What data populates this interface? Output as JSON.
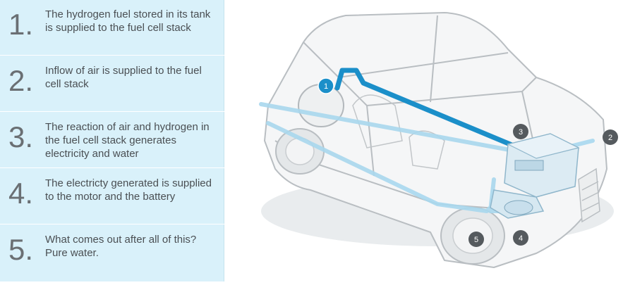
{
  "steps": [
    {
      "number": "1.",
      "text": "The hydrogen fuel stored in its tank is supplied to the fuel cell stack"
    },
    {
      "number": "2.",
      "text": "Inflow of air is supplied to the fuel cell stack"
    },
    {
      "number": "3.",
      "text": "The reaction of air and hydrogen in the fuel cell stack generates electricity and water"
    },
    {
      "number": "4.",
      "text": "The electricty generated is supplied to the motor and the battery"
    },
    {
      "number": "5.",
      "text": "What comes out after all of this? Pure water."
    }
  ],
  "badges": {
    "hydrogen_tank": "1",
    "air_inlet": "2",
    "fuel_cell_stack": "3",
    "motor_battery": "4",
    "water_outlet": "5"
  },
  "colors": {
    "panel_bg": "#d9f1fa",
    "hydrogen_line": "#1b8fc9",
    "air_line": "#a9d8ee",
    "badge_active": "#1b8fc9",
    "badge_default": "#555a5e"
  }
}
